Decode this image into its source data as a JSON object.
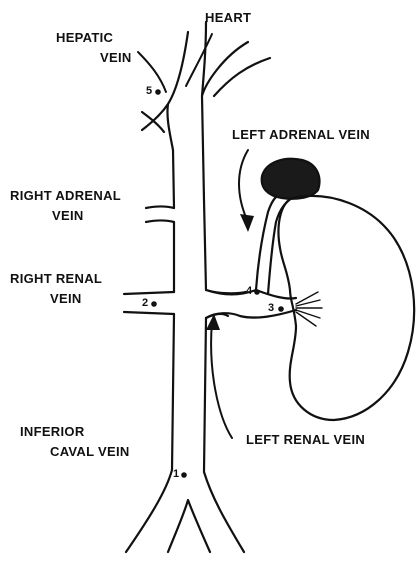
{
  "labels": {
    "heart": "HEART",
    "hepatic_vein_1": "HEPATIC",
    "hepatic_vein_2": "VEIN",
    "left_adrenal_vein": "LEFT ADRENAL VEIN",
    "right_adrenal_vein_1": "RIGHT ADRENAL",
    "right_adrenal_vein_2": "VEIN",
    "right_renal_vein_1": "RIGHT RENAL",
    "right_renal_vein_2": "VEIN",
    "inferior_caval_vein_1": "INFERIOR",
    "inferior_caval_vein_2": "CAVAL VEIN",
    "left_renal_vein": "LEFT RENAL VEIN"
  },
  "sampling_sites": [
    "1",
    "2",
    "3",
    "4",
    "5"
  ]
}
